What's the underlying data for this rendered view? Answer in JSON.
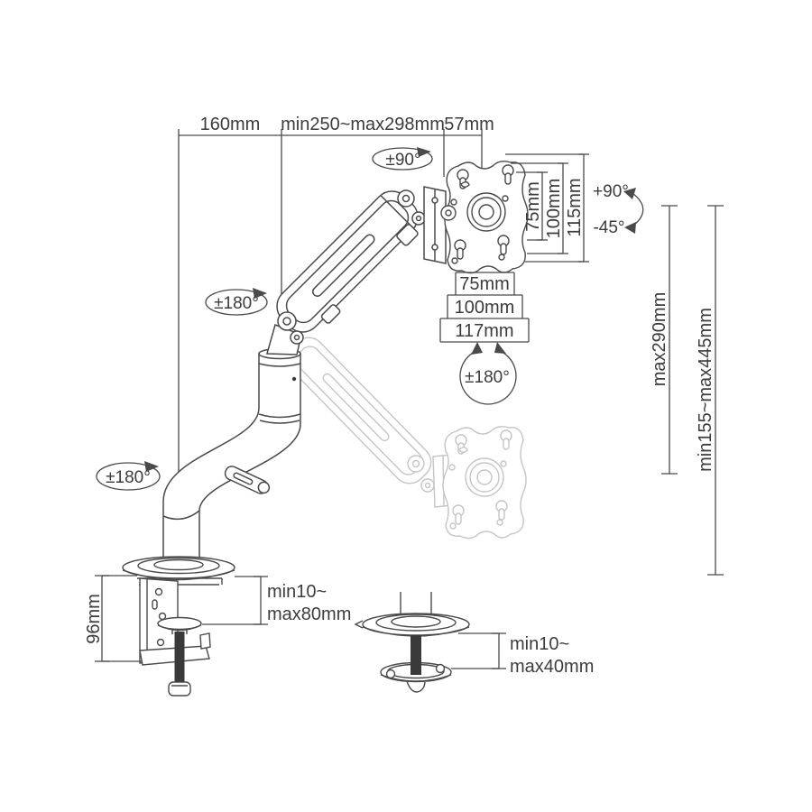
{
  "figure": {
    "description": "Technical line drawing of a gas-spring single-monitor desk mount arm with dimension annotations, clamp base and grommet base"
  },
  "colors": {
    "line": "#4a4a4a",
    "ghost_line": "#c5c5c5",
    "dark_fill": "#3a3a3a",
    "text": "#3c3c3c",
    "background": "#ffffff"
  },
  "dimensions": {
    "top": {
      "base_offset": "160mm",
      "arm_reach": "min250~max298mm",
      "head_offset": "57mm"
    },
    "vesa_side": {
      "hole_75": "75mm",
      "hole_100": "100mm",
      "plate_115": "115mm"
    },
    "vesa_bottom": {
      "hole_75": "75mm",
      "hole_100": "100mm",
      "plate_117": "117mm"
    },
    "height": {
      "gas_stroke": "max290mm",
      "overall_range": "min155~max445mm"
    },
    "clamp": {
      "bracket_height": "96mm",
      "desk_thickness_line1": "min10~",
      "desk_thickness_line2": "max80mm"
    },
    "grommet": {
      "desk_thickness_line1": "min10~",
      "desk_thickness_line2": "max40mm"
    }
  },
  "rotations": {
    "head_swivel": "±90°",
    "arm_swivel": "±180°",
    "base_swivel": "±180°",
    "vesa_rotate": "±180°",
    "tilt_up": "+90°",
    "tilt_down": "-45°"
  }
}
